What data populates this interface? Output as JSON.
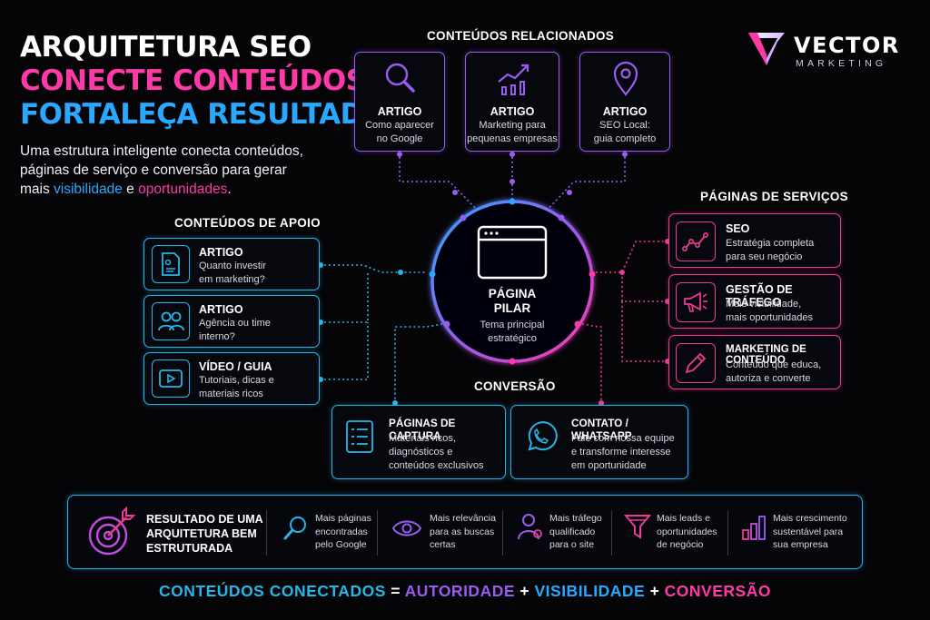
{
  "header": {
    "title_line1": "ARQUITETURA SEO",
    "title_line2": "CONECTE CONTEÚDOS,",
    "title_line3": "FORTALEÇA RESULTADOS",
    "intro_line1": "Uma estrutura inteligente conecta conteúdos,",
    "intro_line2": "páginas de serviço e conversão para gerar",
    "intro_prefix": "mais ",
    "intro_highlight1": "visibilidade",
    "intro_mid": " e ",
    "intro_highlight2": "oportunidades",
    "intro_suffix": "."
  },
  "logo": {
    "name": "VECTOR",
    "sub": "MARKETING"
  },
  "colors": {
    "cyan": "#27b6e8",
    "pink": "#ee3a97",
    "purple": "#9a5cf0",
    "magenta": "#ff3aa8",
    "blue": "#2aa8ff"
  },
  "related": {
    "title": "CONTEÚDOS RELACIONADOS",
    "items": [
      {
        "icon": "search-icon",
        "label": "ARTIGO",
        "desc1": "Como aparecer",
        "desc2": "no Google"
      },
      {
        "icon": "growth-chart-icon",
        "label": "ARTIGO",
        "desc1": "Marketing para",
        "desc2": "pequenas empresas"
      },
      {
        "icon": "location-pin-icon",
        "label": "ARTIGO",
        "desc1": "SEO Local:",
        "desc2": "guia completo"
      }
    ]
  },
  "support": {
    "title": "CONTEÚDOS DE APOIO",
    "items": [
      {
        "icon": "document-icon",
        "label": "ARTIGO",
        "desc1": "Quanto investir",
        "desc2": "em marketing?"
      },
      {
        "icon": "team-icon",
        "label": "ARTIGO",
        "desc1": "Agência ou time",
        "desc2": "interno?"
      },
      {
        "icon": "play-icon",
        "label": "VÍDEO / GUIA",
        "desc1": "Tutoriais, dicas e",
        "desc2": "materiais ricos"
      }
    ]
  },
  "pillar": {
    "label1": "PÁGINA",
    "label2": "PILAR",
    "desc1": "Tema principal",
    "desc2": "estratégico"
  },
  "services": {
    "title": "PÁGINAS DE SERVIÇOS",
    "items": [
      {
        "icon": "seo-graph-icon",
        "label": "SEO",
        "desc1": "Estratégia completa",
        "desc2": "para seu negócio"
      },
      {
        "icon": "megaphone-icon",
        "label": "GESTÃO DE TRÁFEGO",
        "desc1": "Mais visibilidade,",
        "desc2": "mais oportunidades"
      },
      {
        "icon": "pen-icon",
        "label": "MARKETING DE CONTEÚDO",
        "desc1": "Conteúdo que educa,",
        "desc2": "autoriza e converte"
      }
    ]
  },
  "conversion": {
    "title": "CONVERSÃO",
    "items": [
      {
        "icon": "form-list-icon",
        "label": "PÁGINAS DE CAPTURA",
        "desc1": "Materiais ricos,",
        "desc2": "diagnósticos e",
        "desc3": "conteúdos exclusivos"
      },
      {
        "icon": "whatsapp-icon",
        "label": "CONTATO / WHATSAPP",
        "desc1": "Fale com nossa equipe",
        "desc2": "e transforme interesse",
        "desc3": "em oportunidade"
      }
    ]
  },
  "results": {
    "title1": "RESULTADO DE UMA",
    "title2": "ARQUITETURA BEM",
    "title3": "ESTRUTURADA",
    "benefits": [
      {
        "icon": "search-icon",
        "l1": "Mais páginas",
        "l2": "encontradas",
        "l3": "pelo Google"
      },
      {
        "icon": "eye-icon",
        "l1": "Mais relevância",
        "l2": "para as buscas",
        "l3": "certas"
      },
      {
        "icon": "user-icon",
        "l1": "Mais tráfego",
        "l2": "qualificado",
        "l3": "para o site"
      },
      {
        "icon": "funnel-icon",
        "l1": "Mais leads e",
        "l2": "oportunidades",
        "l3": "de negócio"
      },
      {
        "icon": "bars-icon",
        "l1": "Mais crescimento",
        "l2": "sustentável para",
        "l3": "sua empresa"
      }
    ]
  },
  "footer": {
    "part1": "CONTEÚDOS CONECTADOS",
    "eq": " = ",
    "part2": "AUTORIDADE",
    "plus1": " + ",
    "part3": "VISIBILIDADE",
    "plus2": " + ",
    "part4": "CONVERSÃO"
  }
}
